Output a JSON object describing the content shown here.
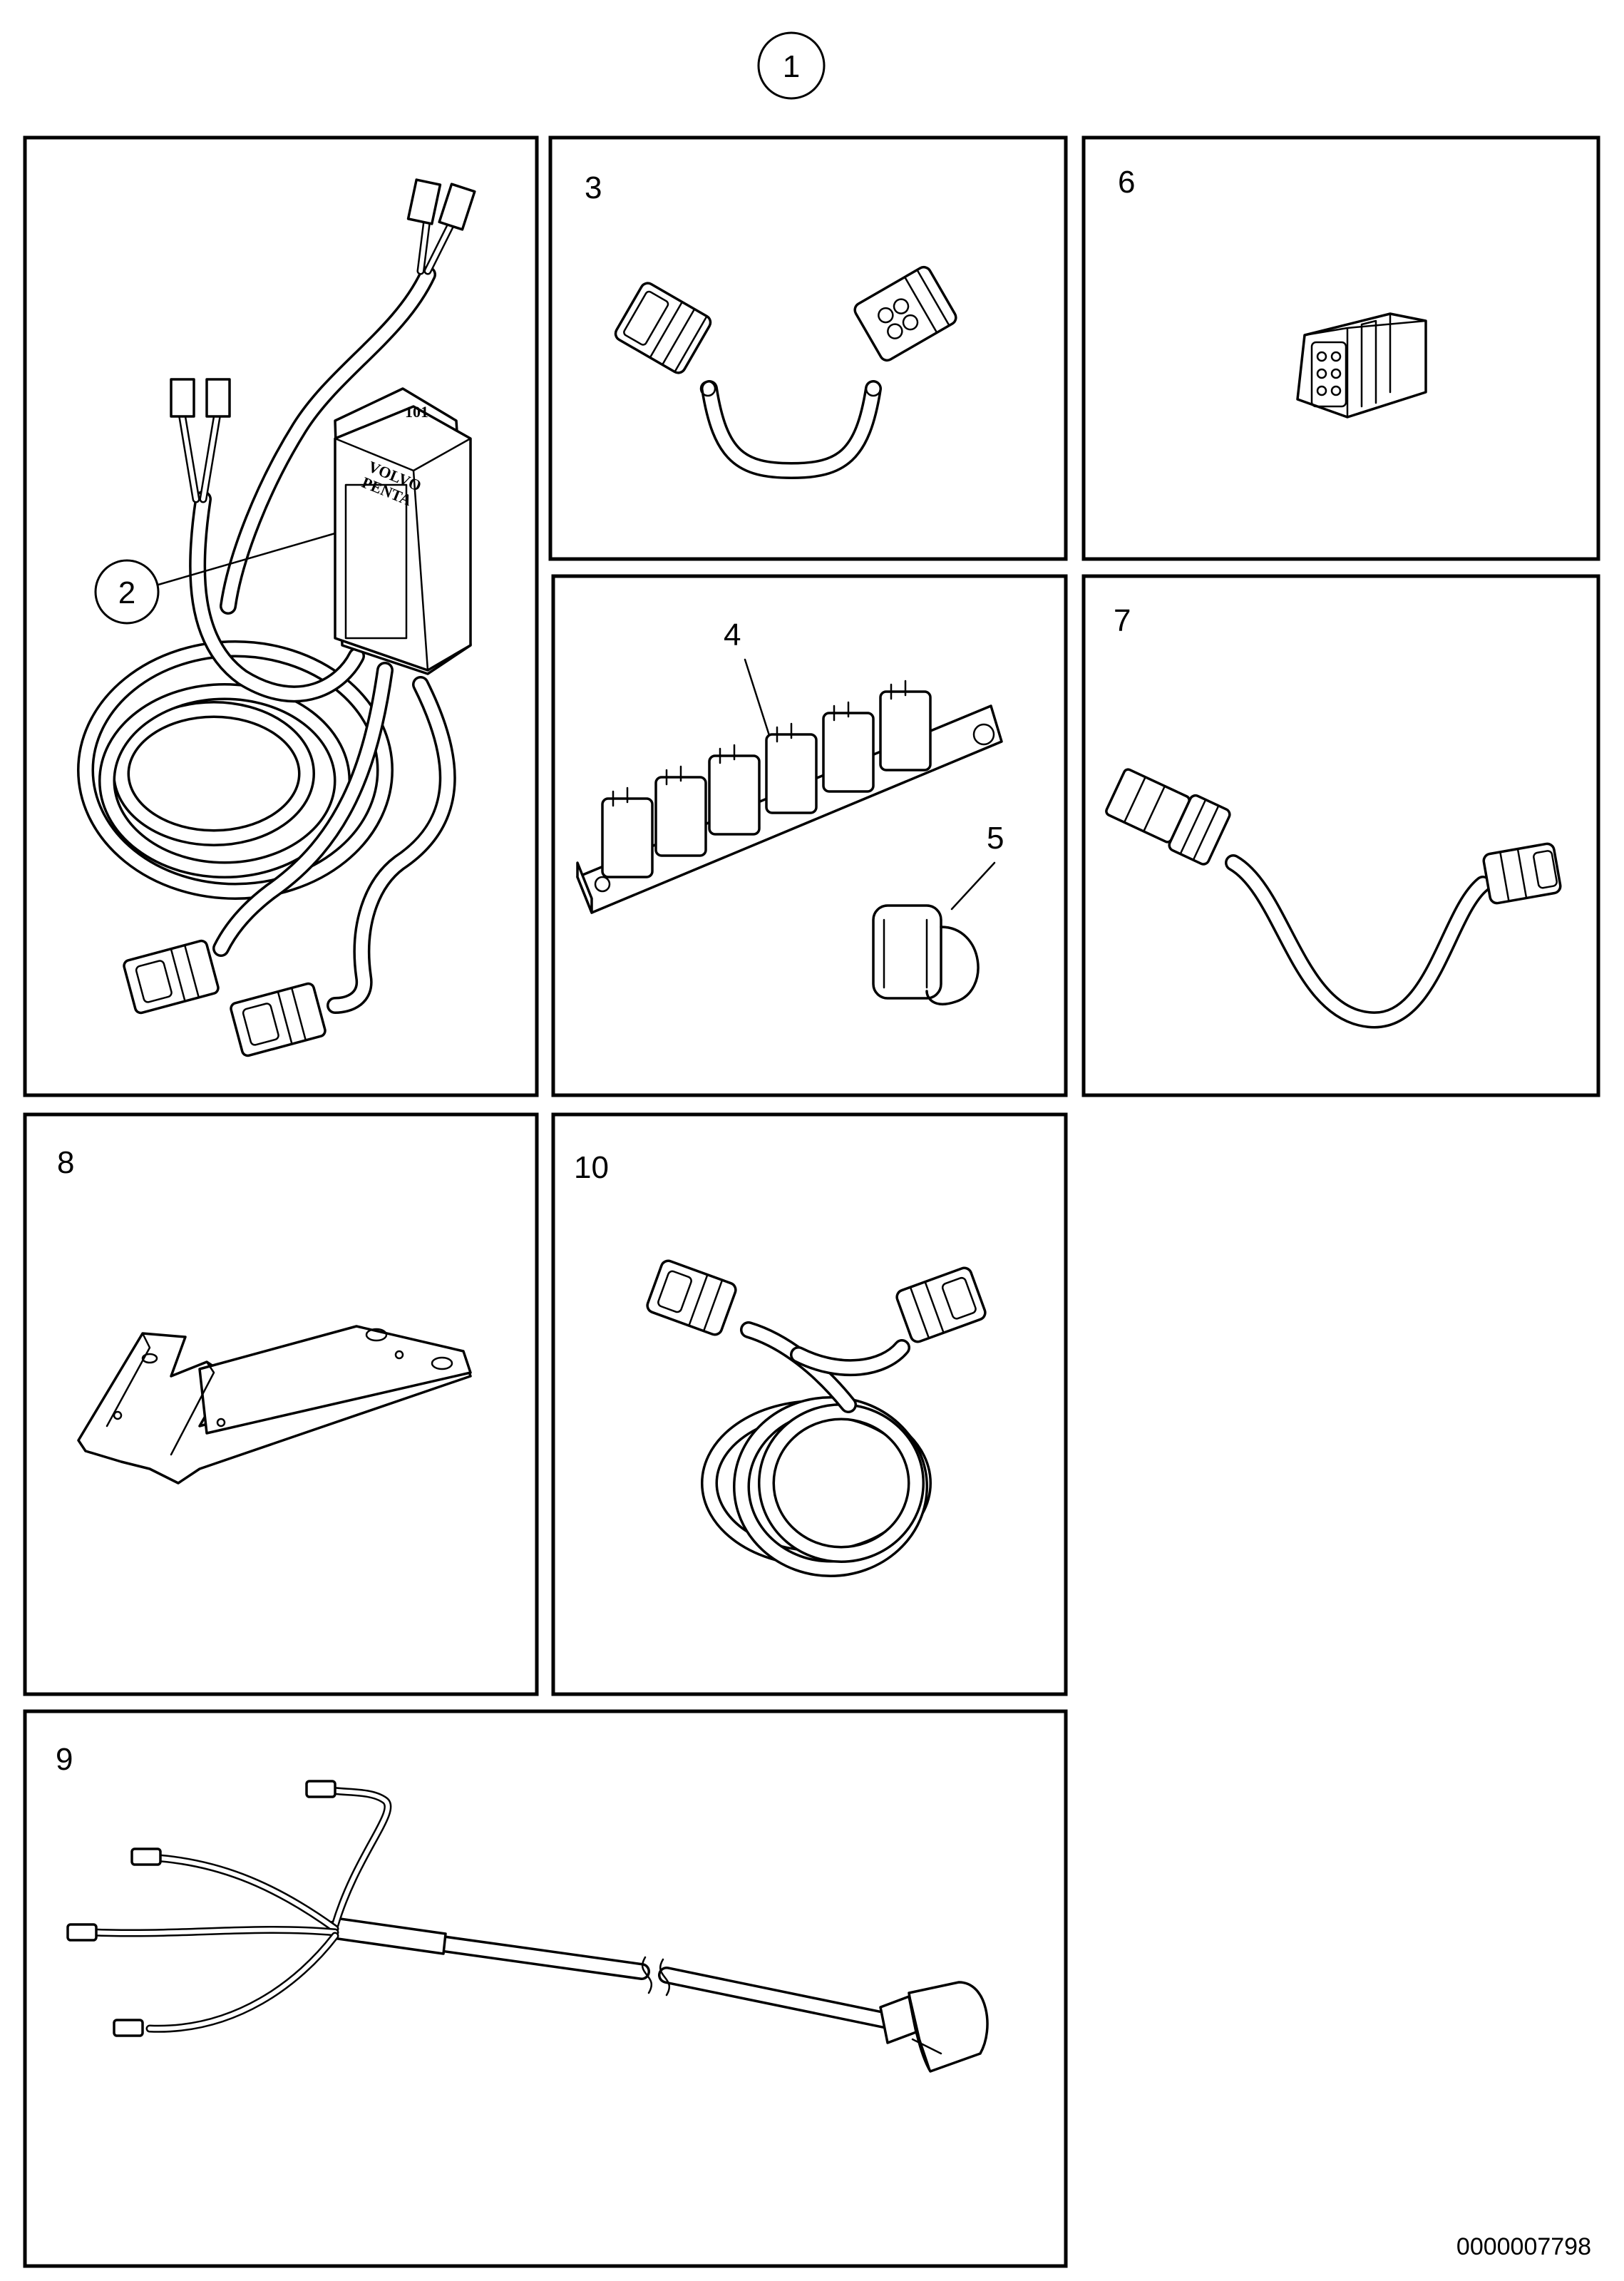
{
  "callouts": {
    "assembly": "1",
    "control_unit": "2",
    "item_3": "3",
    "item_4": "4",
    "item_5": "5",
    "item_6": "6",
    "item_7": "7",
    "item_8": "8",
    "item_9": "9",
    "item_10": "10"
  },
  "unit_brand": {
    "line1": "VOLVO",
    "line2": "PENTA",
    "mark": "101"
  },
  "document_number": "0000007798"
}
